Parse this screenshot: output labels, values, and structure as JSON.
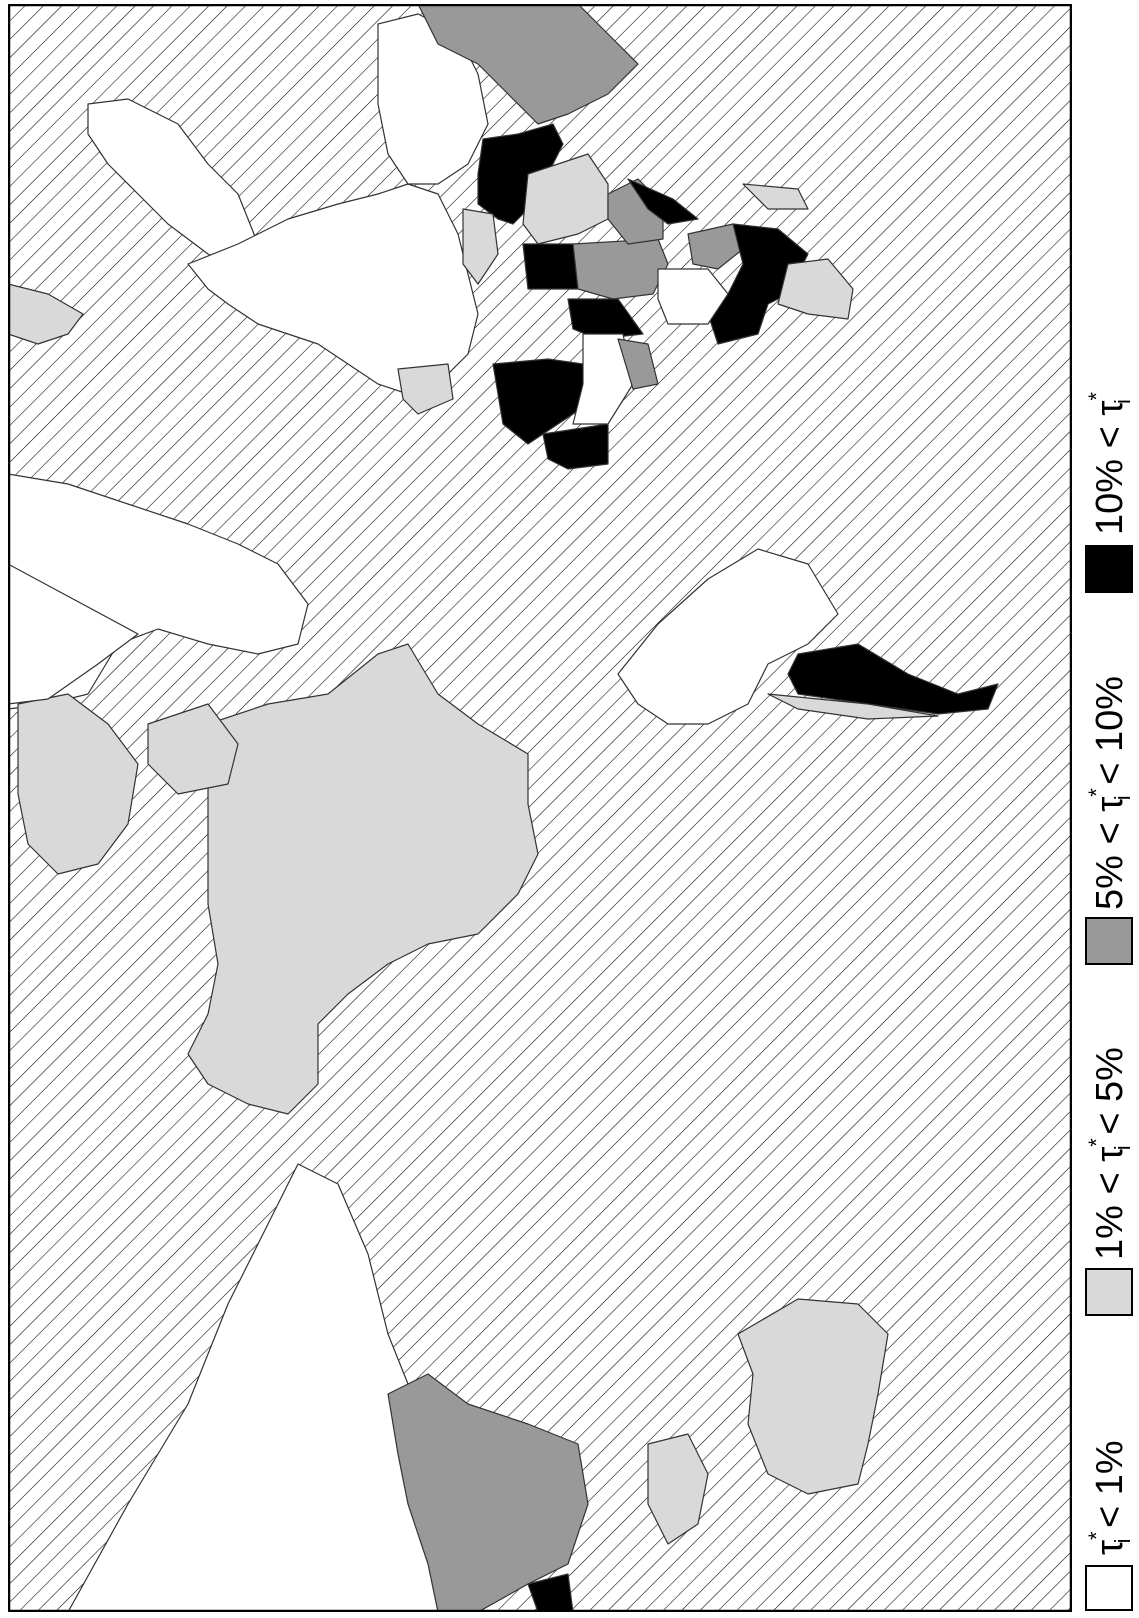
{
  "map": {
    "colors": {
      "ocean_bg": "#ffffff",
      "hatch": "#000000",
      "lt1": "#ffffff",
      "b1_5": "#d9d9d9",
      "b5_10": "#999999",
      "gt10": "#000000",
      "border": "#333333"
    }
  },
  "legend": {
    "items": [
      {
        "key": "lt1",
        "pre": "",
        "post": " < 1%",
        "color": "#ffffff"
      },
      {
        "key": "b1_5",
        "pre": "1% < ",
        "post": " < 5%",
        "color": "#d9d9d9"
      },
      {
        "key": "b5_10",
        "pre": "5% < ",
        "post": " < 10%",
        "color": "#999999"
      },
      {
        "key": "gt10",
        "pre": "10% < ",
        "post": "",
        "color": "#000000"
      }
    ],
    "symbol": "τ",
    "sup": "*",
    "sub": "i"
  }
}
